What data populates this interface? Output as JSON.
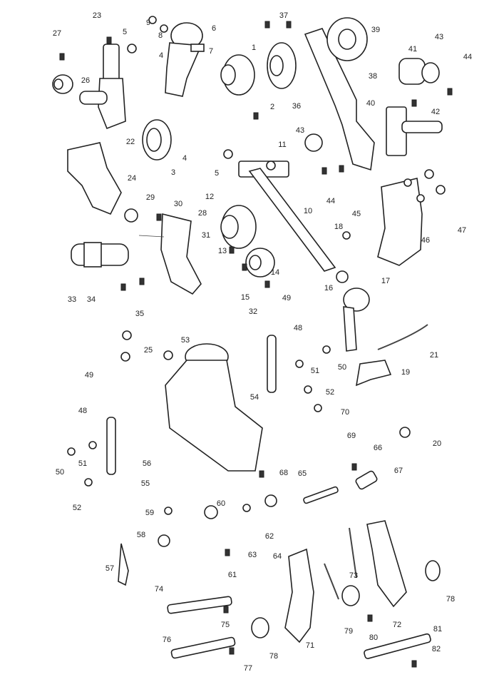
{
  "diagram": {
    "type": "exploded-parts-diagram",
    "callouts": [
      "23",
      "27",
      "9",
      "8",
      "6",
      "5",
      "4",
      "7",
      "37",
      "39",
      "1",
      "43",
      "44",
      "41",
      "26",
      "22",
      "36",
      "38",
      "40",
      "42",
      "2",
      "43",
      "11",
      "4",
      "5",
      "3",
      "24",
      "44",
      "10",
      "12",
      "29",
      "30",
      "28",
      "45",
      "46",
      "47",
      "18",
      "31",
      "13",
      "14",
      "33",
      "34",
      "35",
      "15",
      "16",
      "17",
      "49",
      "32",
      "48",
      "53",
      "25",
      "21",
      "51",
      "50",
      "19",
      "49",
      "54",
      "52",
      "70",
      "48",
      "69",
      "20",
      "66",
      "56",
      "67",
      "50",
      "51",
      "68",
      "55",
      "65",
      "52",
      "60",
      "59",
      "58",
      "62",
      "63",
      "64",
      "73",
      "61",
      "57",
      "78",
      "74",
      "75",
      "79",
      "80",
      "72",
      "71",
      "81",
      "76",
      "78",
      "77",
      "82"
    ]
  }
}
